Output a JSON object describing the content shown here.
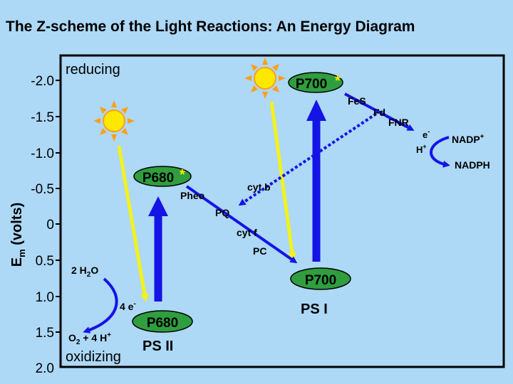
{
  "title": "The Z-scheme of the Light Reactions: An Energy Diagram",
  "colors": {
    "background": "#add8f6",
    "node_fill": "#2e9e3e",
    "electron_arrow": "#1414e6",
    "light_arrow": "#f2f21e",
    "sun": "#ffe800",
    "star": "#ffe600"
  },
  "axis": {
    "label_main": "E",
    "label_sub": "m",
    "label_unit": " (volts)",
    "ticks": [
      "-2.0",
      "-1.5",
      "-1.0",
      "-0.5",
      "0",
      "0.5",
      "1.0",
      "1.5",
      "2.0"
    ],
    "top_label": "reducing",
    "bottom_label": "oxidizing"
  },
  "nodes": {
    "p700_top": "P700",
    "p680_top": "P680",
    "p700_bottom": "P700",
    "p680_bottom": "P680",
    "star": "*"
  },
  "labels": {
    "ps2": "PS II",
    "ps1": "PS I",
    "pheo": "Pheo",
    "pq": "PQ",
    "cytf": "cyt f",
    "pc": "PC",
    "cytb": "cyt b",
    "fes": "FeS",
    "fd": "Fd",
    "fnr": "FNR",
    "e_minus": "e",
    "e_minus_sup": "-",
    "h_plus": "H",
    "h_plus_sup": "+",
    "nadp": "NADP",
    "nadp_sup": "+",
    "nadph": "NADPH",
    "water": "2 H",
    "water_sub": "2",
    "water_end": "O",
    "four_e": "4 e",
    "four_e_sup": "-",
    "o2": "O",
    "o2_sub": "2",
    "o2_rest": " + 4 H",
    "o2_sup": "+"
  },
  "icons": [
    "sun-icon",
    "sun-icon"
  ]
}
